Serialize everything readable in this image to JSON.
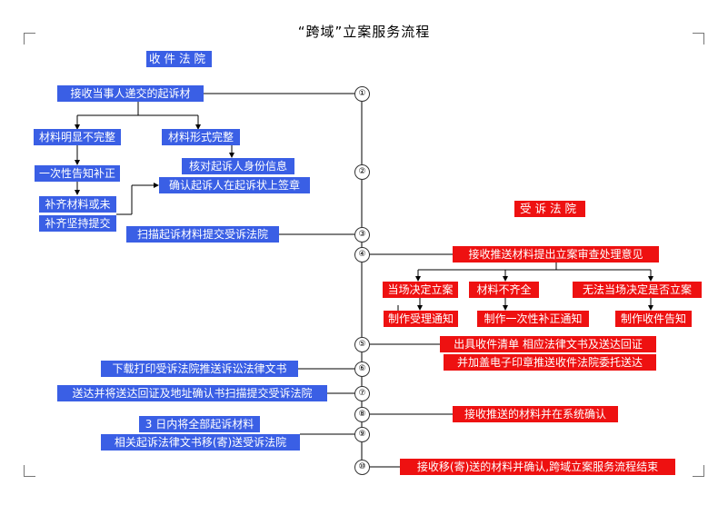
{
  "title": "“跨域”立案服务流程",
  "left_header": "收件法院",
  "right_header": "受诉法院",
  "left": {
    "receive": "接收当事人递交的起诉材",
    "incomplete": "材料明显不完整",
    "complete": "材料形式完整",
    "inform_once": "一次性告知补正",
    "verify_identity": "核对起诉人身份信息",
    "confirm_signature": "确认起诉人在起诉状上签章",
    "supplement_1": "补齐材料或未",
    "supplement_2": "补齐坚持提交",
    "scan_submit": "扫描起诉材料提交受诉法院",
    "download_print": "下载打印受诉法院推送诉讼法律文书",
    "deliver_scan": "送达并将送达回证及地址确认书扫描提交受诉法院",
    "three_days_1": "3 日内将全部起诉材料",
    "three_days_2": "相关起诉法律文书移(寄)送受诉法院"
  },
  "right": {
    "receive_push": "接收推送材料提出立案审查处理意见",
    "decide_onsite": "当场决定立案",
    "materials_incomplete": "材料不齐全",
    "cannot_decide": "无法当场决定是否立案",
    "make_notice": "制作受理通知",
    "make_correction": "制作一次性补正通知",
    "make_receipt": "制作收件告知",
    "issue_receipt": "出具收件清单 相应法律文书及送达回证",
    "seal_push": "并加盖电子印章推送收件法院委托送达",
    "confirm_pushed": "接收推送的材料并在系统确认",
    "final": "接收移(寄)送的材料并确认,跨域立案服务流程结束"
  },
  "steps": [
    "①",
    "②",
    "③",
    "④",
    "⑤",
    "⑥",
    "⑦",
    "⑧",
    "⑨",
    "⑩"
  ],
  "colors": {
    "blue": "#3a5fe5",
    "red": "#ee1111"
  }
}
